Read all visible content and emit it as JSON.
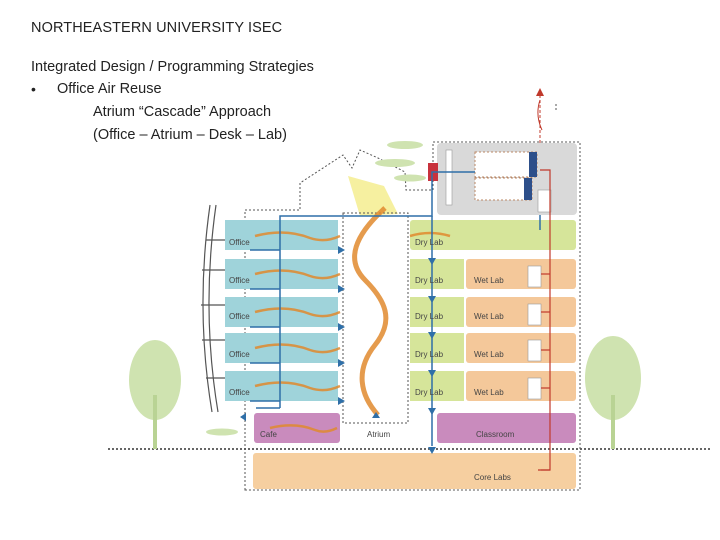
{
  "header": {
    "title": "NORTHEASTERN UNIVERSITY ISEC",
    "subtitle": "Integrated Design / Programming Strategies",
    "bullet_symbol": "•",
    "bullet": "Office Air Reuse",
    "line1": "Atrium “Cascade” Approach",
    "line2": "(Office – Atrium – Desk –  Lab)"
  },
  "diagram": {
    "office_label": "Office",
    "dry_lab_label": "Dry Lab",
    "wet_lab_label": "Wet Lab",
    "cafe_label": "Cafe",
    "atrium_label": "Atrium",
    "classroom_label": "Classroom",
    "core_labs_label": "Core Labs",
    "colors": {
      "office": "#9fd3da",
      "dry_lab": "#d6e59a",
      "wet_lab": "#f4c89a",
      "classroom": "#c98bbd",
      "core": "#f6cfa0",
      "mech": "#d9d9d9",
      "duct": "#2f6fa8",
      "air_stream": "#e08a2e",
      "tree": "#cfe3b0",
      "skylight": "#f6f0a0"
    }
  }
}
